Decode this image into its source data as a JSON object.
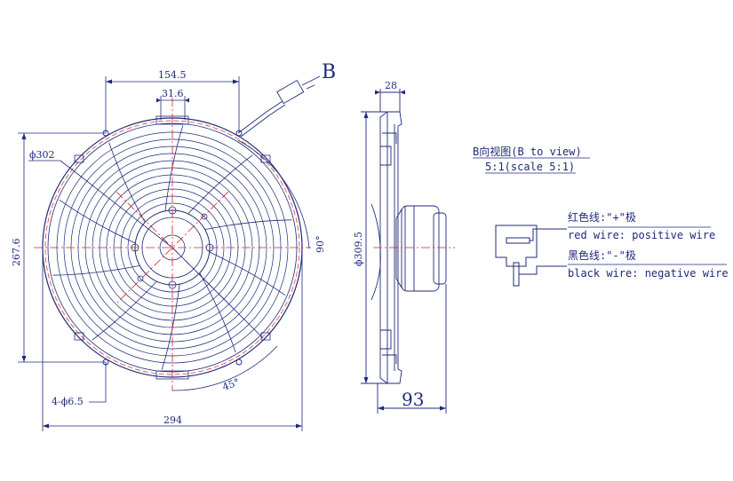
{
  "labels": {
    "view_b": "B",
    "dim_154_5": "154.5",
    "dim_31_6": "31.6",
    "dim_phi302": "ϕ302",
    "dim_267_6": "267.6",
    "dim_90deg": "90°",
    "dim_45deg": "45°",
    "dim_holes": "4-ϕ6.5",
    "dim_294": "294",
    "dim_28": "28",
    "dim_phi309_5": "ϕ309.5",
    "dim_93": "93"
  },
  "notes": {
    "view_title": "B向视图(B to view)",
    "scale": "5:1(scale 5:1)",
    "red_wire_cn": "红色线:\"+\"极",
    "red_wire_en": "red wire: positive wire",
    "black_wire_cn": "黑色线:\"-\"极",
    "black_wire_en": "black wire: negative wire"
  },
  "colors": {
    "line": "#1f2a7a",
    "center": "#e02020",
    "dim": "#1f2a7a"
  }
}
